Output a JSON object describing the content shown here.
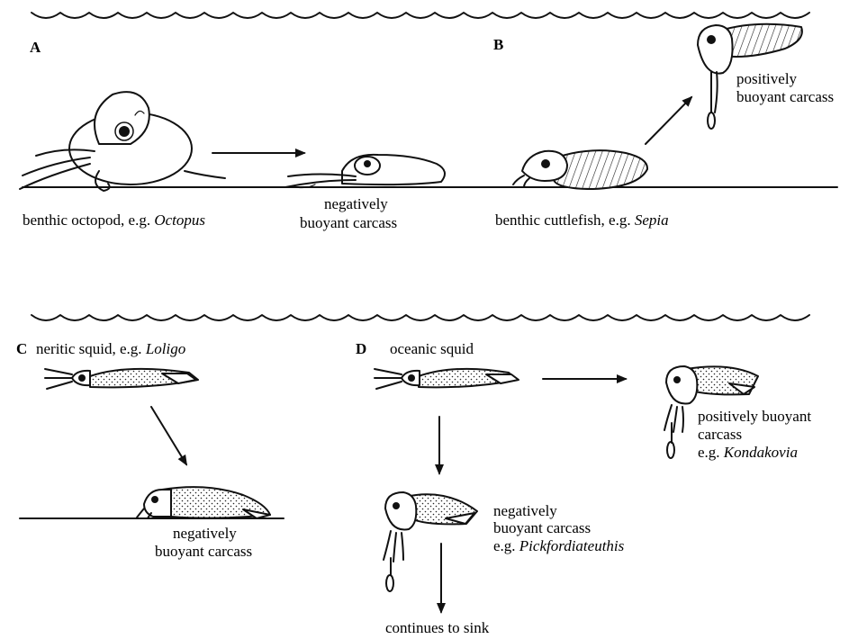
{
  "panels": {
    "A": {
      "letter": "A",
      "live_label_text": "benthic octopod, e.g. ",
      "live_label_italic": "Octopus",
      "carcass_line1": "negatively",
      "carcass_line2": "buoyant carcass"
    },
    "B": {
      "letter": "B",
      "live_label_text": "benthic cuttlefish, e.g. ",
      "live_label_italic": "Sepia",
      "carcass_line1": "positively",
      "carcass_line2": "buoyant carcass"
    },
    "C": {
      "letter": "C",
      "title_text": "neritic squid, e.g. ",
      "title_italic": "Loligo",
      "carcass_line1": "negatively",
      "carcass_line2": "buoyant carcass"
    },
    "D": {
      "letter": "D",
      "title_text": "oceanic squid",
      "right_line1": "positively buoyant",
      "right_line2": "carcass",
      "right_line3_text": "e.g. ",
      "right_line3_italic": "Kondakovia",
      "down_line1": "negatively",
      "down_line2": "buoyant carcass",
      "down_line3_text": "e.g. ",
      "down_line3_italic": "Pickfordiateuthis",
      "sink_label": "continues to sink"
    }
  }
}
